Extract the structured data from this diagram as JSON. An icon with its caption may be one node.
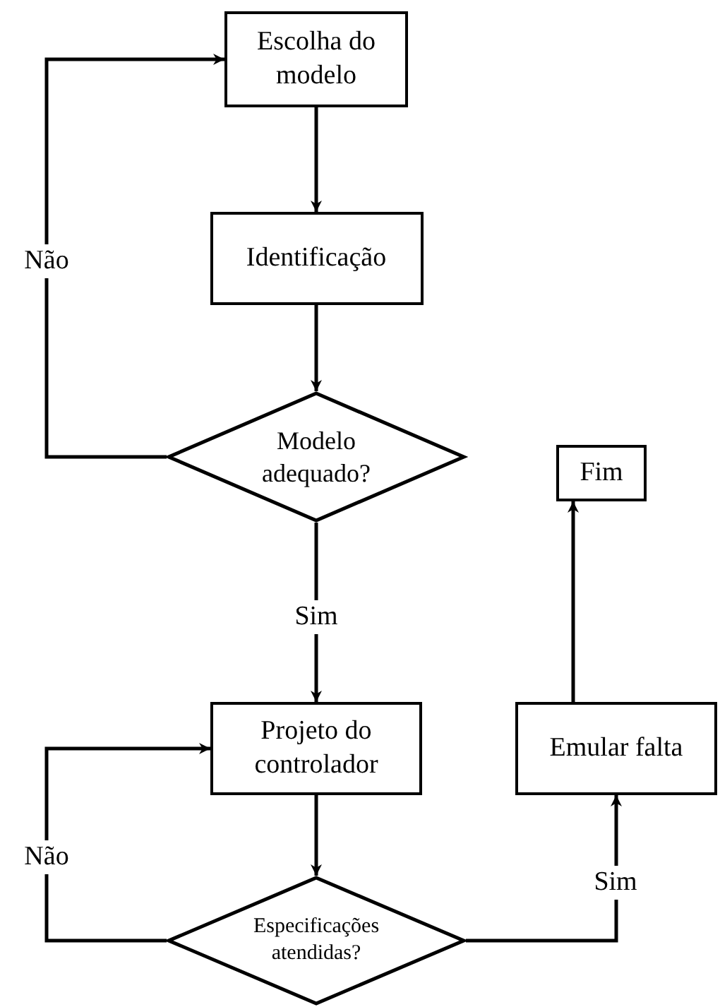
{
  "diagram": {
    "nodes": [
      {
        "text": [
          "Escolha do modelo"
        ]
      },
      {
        "text": [
          "Identificação"
        ]
      },
      {
        "text": [
          "Modelo adequado?"
        ]
      },
      {
        "text": [
          "Fim"
        ]
      },
      {
        "text": [
          "Projeto do controlador"
        ]
      },
      {
        "text": [
          "Emular falta"
        ]
      },
      {
        "text": [
          "Especificações atendidas?"
        ]
      }
    ],
    "edges": [
      {
        "from": 0,
        "to": 1,
        "arrow": "to"
      },
      {
        "from": 1,
        "to": 2,
        "arrow": "to"
      },
      {
        "from": 2,
        "to": 0,
        "arrow": "to",
        "label": "Não"
      },
      {
        "from": 2,
        "to": 4,
        "arrow": "to",
        "label": "Sim"
      },
      {
        "from": 4,
        "to": 6,
        "arrow": "to"
      },
      {
        "from": 6,
        "to": 4,
        "arrow": "to",
        "label": "Não"
      },
      {
        "from": 6,
        "to": 5,
        "arrow": "to",
        "label": "Sim"
      },
      {
        "from": 5,
        "to": 3,
        "arrow": "to"
      }
    ]
  }
}
